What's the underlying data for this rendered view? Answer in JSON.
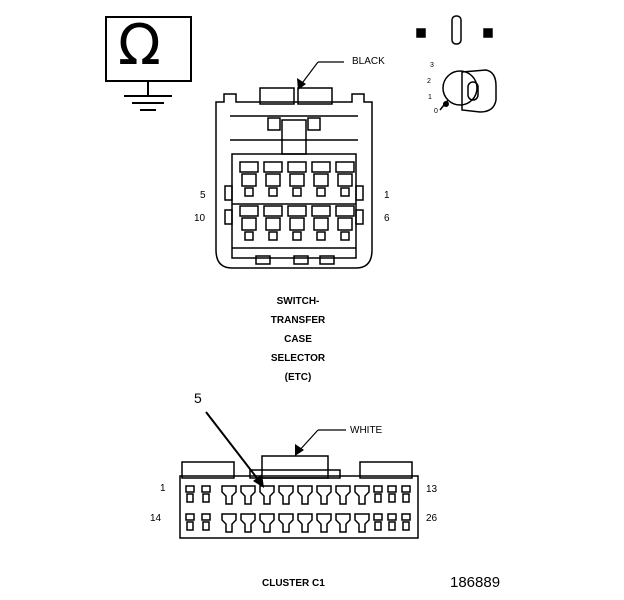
{
  "figure_id": "186889",
  "symbol": {
    "omega": "Ω"
  },
  "connector_top": {
    "color_label": "BLACK",
    "pin_left_top": "5",
    "pin_left_bottom": "10",
    "pin_right_top": "1",
    "pin_right_bottom": "6"
  },
  "key_switch": {
    "positions": [
      "3",
      "2",
      "1",
      "0"
    ]
  },
  "component_name": [
    "SWITCH-",
    "TRANSFER",
    "CASE",
    "SELECTOR",
    "(ETC)"
  ],
  "connector_bottom": {
    "callout": "5",
    "color_label": "WHITE",
    "pin_left_top": "1",
    "pin_left_bottom": "14",
    "pin_right_top": "13",
    "pin_right_bottom": "26",
    "name": "CLUSTER C1"
  }
}
